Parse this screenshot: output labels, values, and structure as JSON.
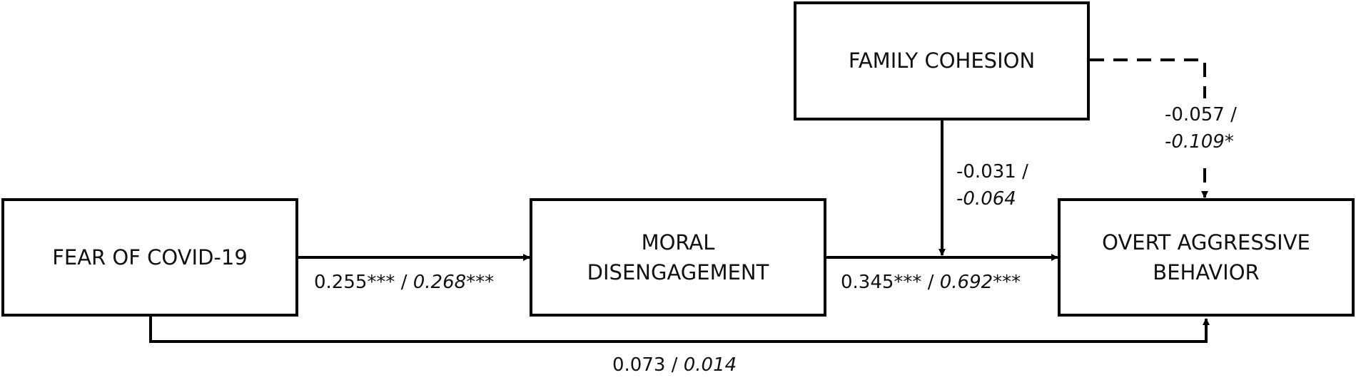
{
  "nodes": {
    "fear_of_covid": {
      "lines": [
        "FEAR OF COVID-19"
      ]
    },
    "moral_disengagement": {
      "lines": [
        "MORAL",
        "DISENGAGEMENT"
      ]
    },
    "family_cohesion": {
      "lines": [
        "FAMILY COHESION"
      ]
    },
    "overt_aggressive_behavior": {
      "lines": [
        "OVERT AGGRESSIVE",
        "BEHAVIOR"
      ]
    }
  },
  "paths": {
    "fear_to_moral": {
      "plain": "0.255*** / ",
      "italic": "0.268***",
      "style": "solid"
    },
    "moral_to_overt": {
      "plain": "0.345*** / ",
      "italic": "0.692***",
      "style": "solid"
    },
    "fear_to_overt": {
      "plain": "0.073 / ",
      "italic": "0.014",
      "style": "solid"
    },
    "cohesion_moderates_moral_path": {
      "plain": "-0.031 /",
      "italic": "-0.064",
      "style": "solid"
    },
    "cohesion_to_overt": {
      "plain": "-0.057 /",
      "italic": "-0.109*",
      "style": "dashed"
    }
  },
  "colors": {
    "line": "#000000",
    "text": "#111111",
    "background": "#ffffff"
  }
}
